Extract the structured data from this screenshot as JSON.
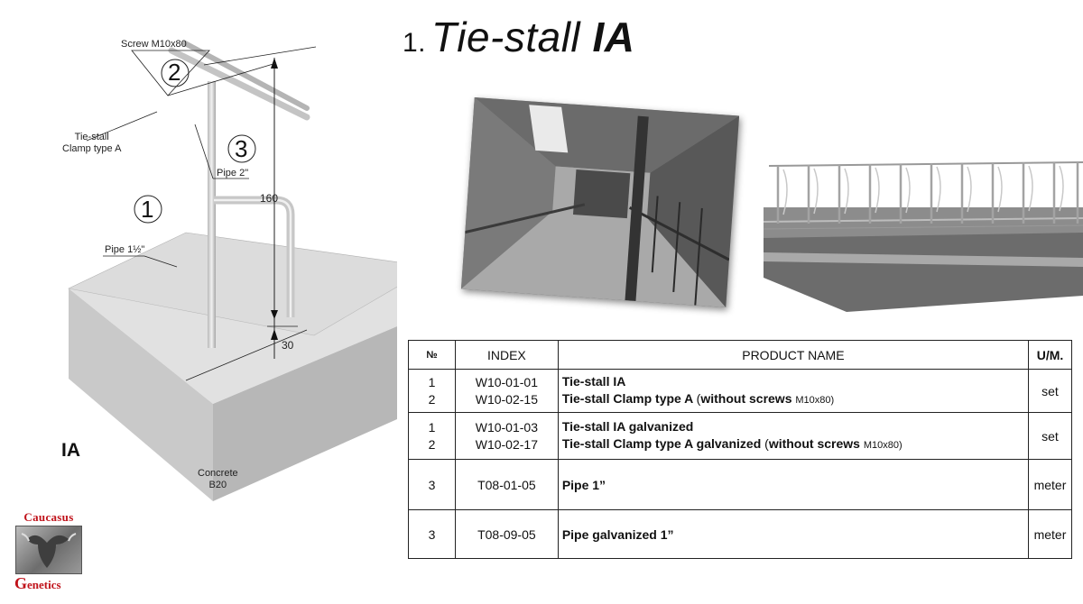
{
  "title": {
    "number": "1.",
    "text_italic": "Tie-stall ",
    "text_bold": "IA"
  },
  "drawing": {
    "labels": {
      "screw": "Screw M10x80",
      "clamp_line1": "Tie-stall",
      "clamp_line2": "Clamp type A",
      "pipe2": "Pipe 2\"",
      "pipe1half": "Pipe 1½\"",
      "concrete_line1": "Concrete",
      "concrete_line2": "B20"
    },
    "dimensions": {
      "height": "160",
      "base": "30"
    },
    "callouts": [
      "1",
      "2",
      "3"
    ],
    "model_label": "IA"
  },
  "logo": {
    "top": "Caucasus",
    "bottom_first": "G",
    "bottom_rest": "enetics"
  },
  "table": {
    "headers": {
      "no": "№",
      "index": "INDEX",
      "name": "PRODUCT NAME",
      "um": "U/M."
    },
    "groups": [
      {
        "rows": [
          {
            "no": "1",
            "index": "W10-01-01",
            "name": "Tie-stall IA",
            "extra_norm": "",
            "extra_bold": "",
            "extra_small": ""
          },
          {
            "no": "2",
            "index": "W10-02-15",
            "name": "Tie-stall Clamp type A",
            "extra_norm": "(",
            "extra_bold": "without screws ",
            "extra_small": "M10x80)"
          }
        ],
        "um": "set"
      },
      {
        "rows": [
          {
            "no": "1",
            "index": "W10-01-03",
            "name": "Tie-stall IA galvanized",
            "extra_norm": "",
            "extra_bold": "",
            "extra_small": ""
          },
          {
            "no": "2",
            "index": "W10-02-17",
            "name": "Tie-stall Clamp type A galvanized",
            "extra_norm": "(",
            "extra_bold": "without screws ",
            "extra_small": "M10x80)"
          }
        ],
        "um": "set"
      },
      {
        "rows": [
          {
            "no": "3",
            "index": "T08-01-05",
            "name": "Pipe 1”"
          }
        ],
        "um": "meter"
      },
      {
        "rows": [
          {
            "no": "3",
            "index": "T08-09-05",
            "name": "Pipe galvanized 1”"
          }
        ],
        "um": "meter"
      }
    ]
  }
}
